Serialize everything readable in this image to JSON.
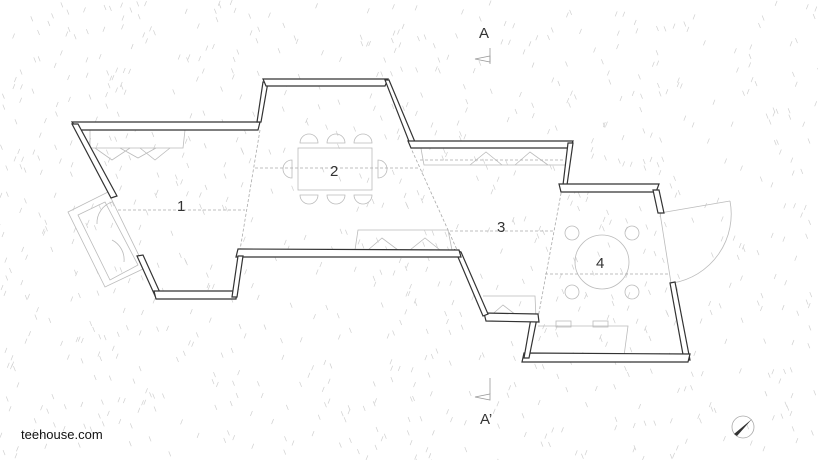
{
  "rooms": [
    {
      "number": "1"
    },
    {
      "number": "2"
    },
    {
      "number": "3"
    },
    {
      "number": "4"
    }
  ],
  "section_marks": {
    "start": "A",
    "end": "A’"
  },
  "site_label": "teehouse.com",
  "icons": {
    "compass": "north-arrow-icon"
  },
  "colors": {
    "wall": "#333333",
    "fixture": "#bbbbbb",
    "grass": "#d0d0d0"
  }
}
